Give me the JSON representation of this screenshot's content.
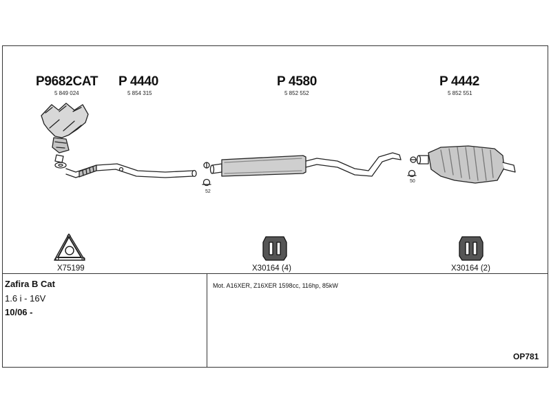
{
  "parts": [
    {
      "part_number": "P9682CAT",
      "oem_number": "5 849 024"
    },
    {
      "part_number": "P 4440",
      "oem_number": "5 854 315"
    },
    {
      "part_number": "P 4580",
      "oem_number": "5 852 552"
    },
    {
      "part_number": "P 4442",
      "oem_number": "5 852 551"
    }
  ],
  "clamp_labels": [
    "52",
    "50"
  ],
  "hardware": [
    {
      "label": "X75199",
      "icon": "gasket-icon"
    },
    {
      "label": "X30164 (4)",
      "icon": "rubber-mount-icon"
    },
    {
      "label": "X30164 (2)",
      "icon": "rubber-mount-icon"
    }
  ],
  "vehicle": {
    "model": "Zafira B Cat",
    "engine_size": "1.6 i - 16V",
    "date": "10/06 -"
  },
  "engine_info": "Mot. A16XER, Z16XER 1598cc, 116hp, 85kW",
  "diagram_code": "OP781"
}
